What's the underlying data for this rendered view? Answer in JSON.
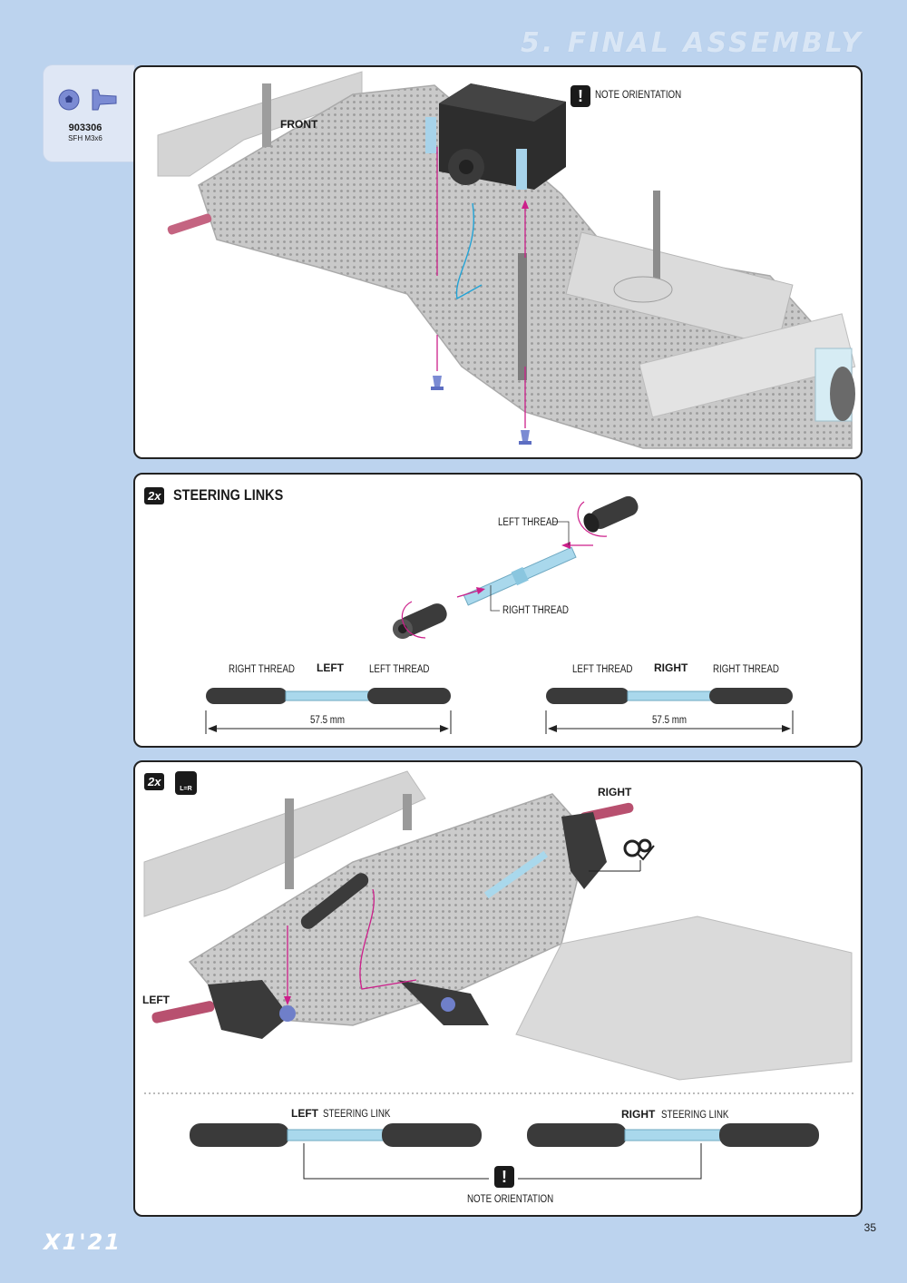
{
  "header": {
    "section_title": "5. FINAL ASSEMBLY"
  },
  "part": {
    "code": "903306",
    "desc": "SFH M3x6",
    "icon": "flat-head-screw-icon"
  },
  "step1": {
    "front_label": "FRONT",
    "note": "NOTE ORIENTATION"
  },
  "step2": {
    "qty": "2x",
    "title": "STEERING LINKS",
    "left_thread": "LEFT THREAD",
    "right_thread": "RIGHT THREAD",
    "left": {
      "side": "LEFT",
      "label_a": "RIGHT THREAD",
      "label_b": "LEFT THREAD",
      "length": "57.5 mm"
    },
    "right": {
      "side": "RIGHT",
      "label_a": "LEFT THREAD",
      "label_b": "RIGHT THREAD",
      "length": "57.5 mm"
    }
  },
  "step3": {
    "qty": "2x",
    "mirror": "L=R",
    "right_label": "RIGHT",
    "left_label": "LEFT",
    "left_link": {
      "side": "LEFT",
      "text": "STEERING LINK"
    },
    "right_link": {
      "side": "RIGHT",
      "text": "STEERING LINK"
    },
    "note": "NOTE ORIENTATION"
  },
  "footer": {
    "logo": "X1'21",
    "page": "35"
  },
  "colors": {
    "accent": "#cc1f8a",
    "background": "#bcd3ee",
    "screw": "#6f7fc9"
  }
}
